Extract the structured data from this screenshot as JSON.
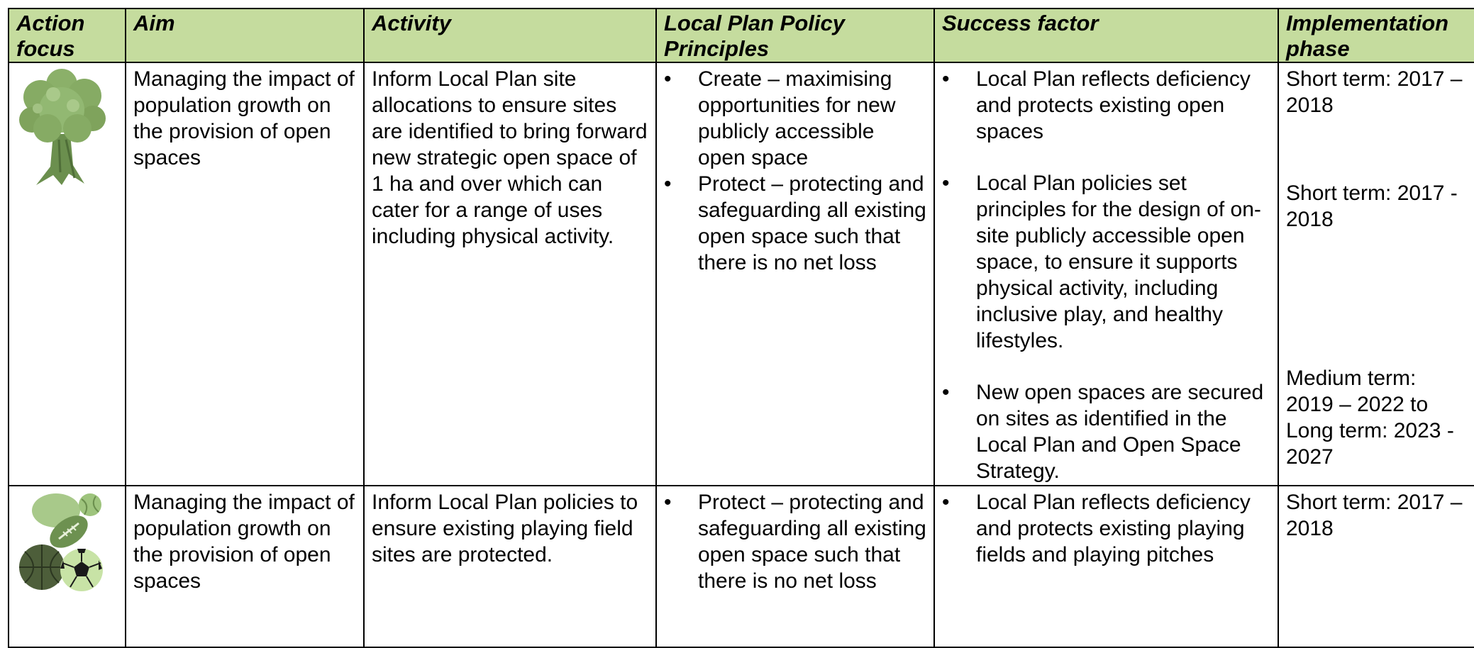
{
  "headers": {
    "action_focus": "Action focus",
    "aim": "Aim",
    "activity": "Activity",
    "policy_principles": "Local Plan Policy Principles",
    "success_factor": "Success factor",
    "implementation_phase": "Implementation phase"
  },
  "rows": [
    {
      "icon": "tree-icon",
      "aim": "Managing the impact of population growth on the provision of open spaces",
      "activity": "Inform Local Plan site allocations to ensure sites are identified to bring forward new strategic open space of 1 ha and over which can cater for a range of uses including physical activity.",
      "principles": [
        "Create – maximising opportunities for new publicly accessible open space",
        "Protect – protecting and safeguarding all existing open space such that there is no net loss"
      ],
      "success_factors": [
        "Local Plan reflects deficiency and protects existing open spaces",
        "Local Plan policies set principles for the design of on-site publicly accessible open space, to ensure it supports physical activity, including inclusive play, and healthy lifestyles.",
        "New open spaces are secured on sites as identified in the Local Plan and Open Space Strategy."
      ],
      "phases": [
        "Short term: 2017 – 2018",
        "Short term: 2017 - 2018",
        "Medium term: 2019 – 2022 to Long term: 2023 - 2027"
      ]
    },
    {
      "icon": "sports-balls-icon",
      "aim": "Managing the impact of population growth on the provision of open spaces",
      "activity": "Inform Local Plan policies to ensure existing playing field sites are protected.",
      "principles": [
        "Protect – protecting and safeguarding all existing open space such that there is no net loss"
      ],
      "success_factors": [
        "Local Plan reflects deficiency and protects existing playing fields and playing pitches"
      ],
      "phases": [
        "Short term: 2017 – 2018"
      ]
    }
  ]
}
